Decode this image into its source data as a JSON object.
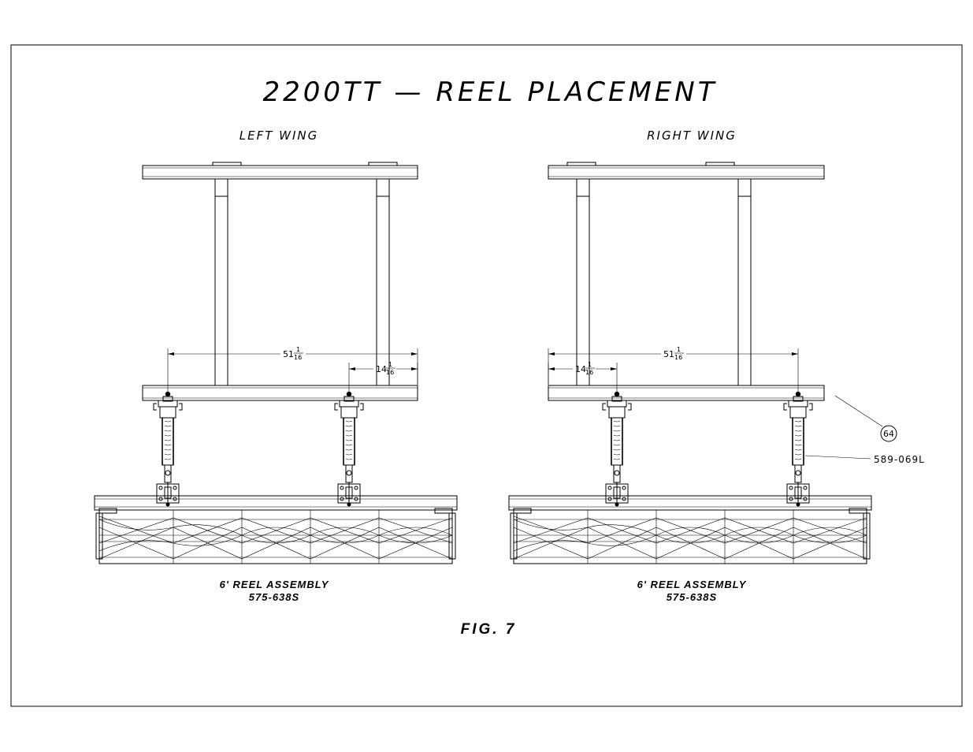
{
  "title": "2200TT — REEL PLACEMENT",
  "figure_label": "FIG. 7",
  "left_wing": {
    "label": "LEFT WING",
    "dim_overall_whole": "51",
    "dim_overall_num": "1",
    "dim_overall_den": "16",
    "dim_offset_whole": "14",
    "dim_offset_num": "1",
    "dim_offset_den": "16",
    "assembly_name": "6' REEL ASSEMBLY",
    "assembly_part": "575-638S"
  },
  "right_wing": {
    "label": "RIGHT WING",
    "dim_overall_whole": "51",
    "dim_overall_num": "1",
    "dim_overall_den": "16",
    "dim_offset_whole": "14",
    "dim_offset_num": "1",
    "dim_offset_den": "16",
    "assembly_name": "6' REEL ASSEMBLY",
    "assembly_part": "575-638S",
    "callout_balloon": "64",
    "callout_part": "589-069L"
  }
}
